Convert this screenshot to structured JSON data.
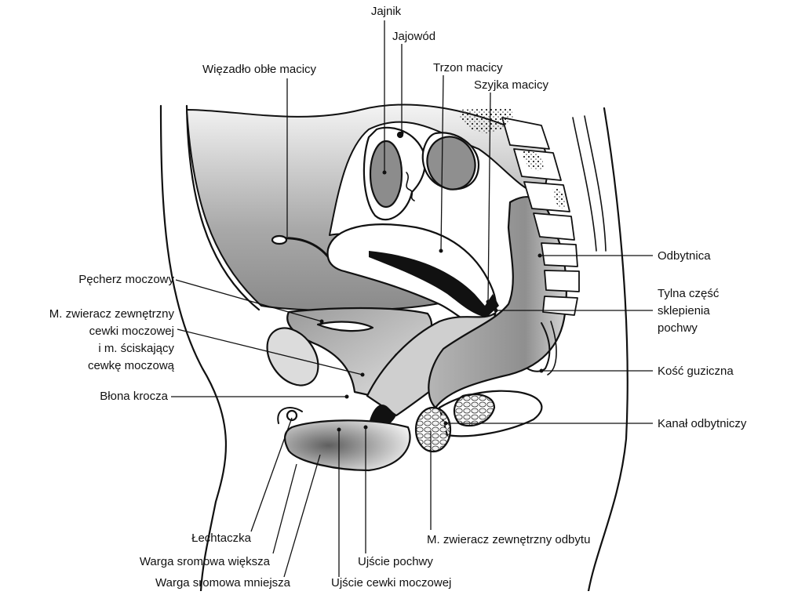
{
  "labels": {
    "jajnik": "Jajnik",
    "jajowod": "Jajowód",
    "trzon_macicy": "Trzon macicy",
    "szyjka_macicy": "Szyjka macicy",
    "wiezadlo": "Więzadło obłe macicy",
    "odbytnica": "Odbytnica",
    "pecherz": "Pęcherz moczowy",
    "tylna_czesc": [
      "Tylna część",
      "sklepienia",
      "pochwy"
    ],
    "zwieracz_cewki": [
      "M. zwieracz zewnętrzny",
      "cewki moczowej",
      "i m. ściskający",
      "cewkę moczową"
    ],
    "kosc_guziczna": "Kość guziczna",
    "blona_krocza": "Błona krocza",
    "kanal_odbytniczy": "Kanał odbytniczy",
    "lechtaczka": "Łechtaczka",
    "zwieracz_odbytu": "M. zwieracz zewnętrzny odbytu",
    "warga_wieksza": "Warga sromowa większa",
    "ujscie_pochwy": "Ujście pochwy",
    "warga_mniejsza": "Warga sromowa mniejsza",
    "ujscie_cewki": "Ujście cewki moczowej"
  },
  "colors": {
    "outline": "#111111",
    "shade_dark": "#7d7d7d",
    "shade_light": "#d9d9d9"
  }
}
